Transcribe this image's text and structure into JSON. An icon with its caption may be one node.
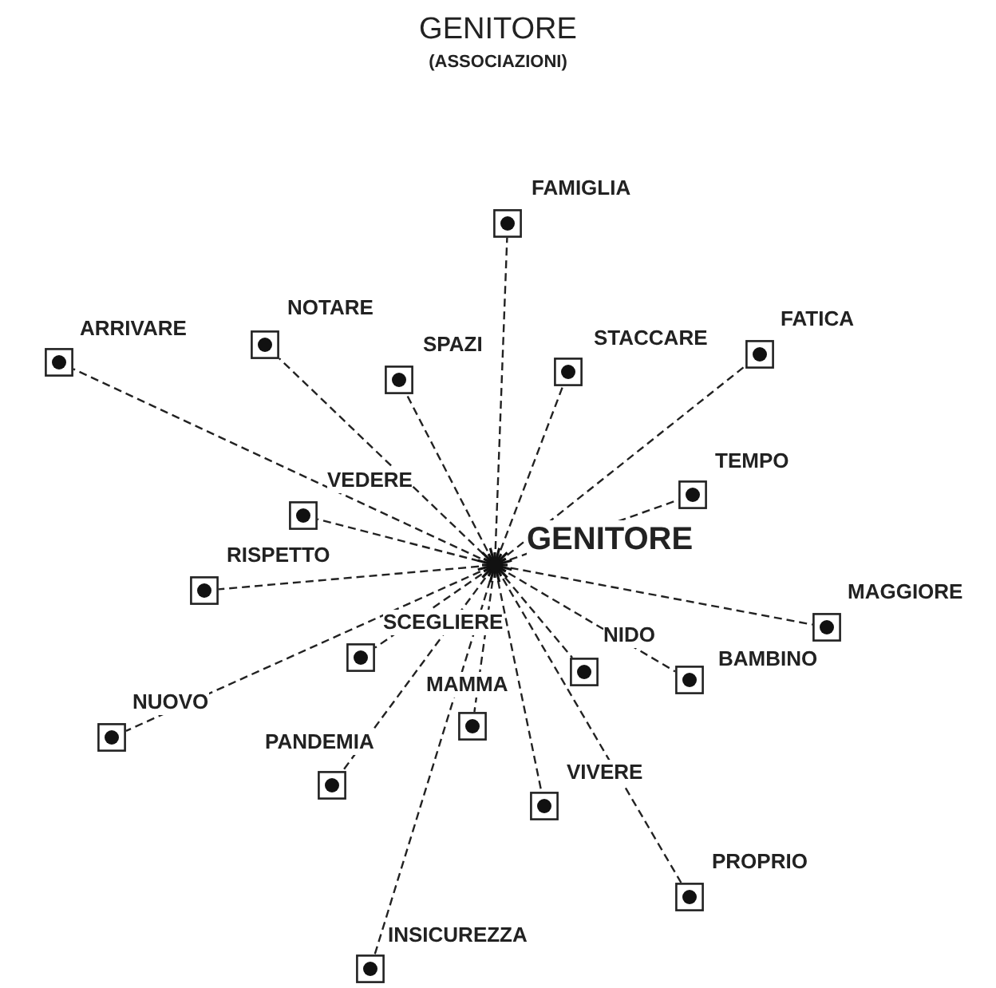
{
  "diagram": {
    "title": "GENITORE",
    "nodes": [
      {
        "text": [],
        "shape": "box",
        "beside": [
          "FAMIGLIA"
        ]
      },
      {
        "text": [],
        "shape": "box",
        "beside": [
          "NOTARE"
        ]
      },
      {
        "text": [],
        "shape": "box",
        "beside": [
          "FATICA"
        ]
      },
      {
        "text": [],
        "shape": "box",
        "beside": [
          "ARRIVARE"
        ]
      },
      {
        "text": [],
        "shape": "box",
        "beside": [
          "STACCARE"
        ]
      },
      {
        "text": [],
        "shape": "box",
        "beside": [
          "SPAZI"
        ]
      },
      {
        "text": [],
        "shape": "box",
        "beside": [
          "TEMPO"
        ]
      },
      {
        "text": [],
        "shape": "box",
        "beside": [
          "VEDERE"
        ]
      },
      {
        "text": [
          "GENITORE"
        ]
      },
      {
        "text": [],
        "shape": "box",
        "beside": [
          "RISPETTO"
        ]
      },
      {
        "text": [],
        "shape": "box",
        "beside": [
          "MAGGIORE"
        ]
      },
      {
        "text": [],
        "shape": "box",
        "beside": [
          "SCEGLIERE"
        ]
      },
      {
        "text": [],
        "shape": "box",
        "beside": [
          "NIDO"
        ]
      },
      {
        "text": [],
        "shape": "box",
        "beside": [
          "BAMBINO"
        ]
      },
      {
        "text": [],
        "shape": "box",
        "beside": [
          "MAMMA"
        ]
      },
      {
        "text": [],
        "shape": "box",
        "beside": [
          "NUOVO"
        ]
      },
      {
        "text": [],
        "shape": "box",
        "beside": [
          "PANDEMIA"
        ]
      },
      {
        "text": [],
        "shape": "box",
        "beside": [
          "VIVERE"
        ]
      },
      {
        "text": [],
        "shape": "box",
        "beside": [
          "PROPRIO"
        ]
      },
      {
        "text": [],
        "shape": "box",
        "beside": [
          "INSICUREZZA"
        ]
      }
    ],
    "edges": [
      {
        "from": 8,
        "to": 0,
        "arrow": "none",
        "style": "dashed"
      },
      {
        "from": 8,
        "to": 1,
        "arrow": "none",
        "style": "dashed"
      },
      {
        "from": 8,
        "to": 2,
        "arrow": "none",
        "style": "dashed"
      },
      {
        "from": 8,
        "to": 3,
        "arrow": "none",
        "style": "dashed"
      },
      {
        "from": 8,
        "to": 4,
        "arrow": "none",
        "style": "dashed"
      },
      {
        "from": 8,
        "to": 5,
        "arrow": "none",
        "style": "dashed"
      },
      {
        "from": 8,
        "to": 6,
        "arrow": "none",
        "style": "dashed"
      },
      {
        "from": 8,
        "to": 7,
        "arrow": "none",
        "style": "dashed"
      },
      {
        "from": 8,
        "to": 9,
        "arrow": "none",
        "style": "dashed"
      },
      {
        "from": 8,
        "to": 10,
        "arrow": "none",
        "style": "dashed"
      },
      {
        "from": 8,
        "to": 11,
        "arrow": "none",
        "style": "dashed"
      },
      {
        "from": 8,
        "to": 12,
        "arrow": "none",
        "style": "dashed"
      },
      {
        "from": 8,
        "to": 13,
        "arrow": "none",
        "style": "dashed"
      },
      {
        "from": 8,
        "to": 14,
        "arrow": "none",
        "style": "dashed"
      },
      {
        "from": 8,
        "to": 15,
        "arrow": "none",
        "style": "dashed"
      },
      {
        "from": 8,
        "to": 16,
        "arrow": "none",
        "style": "dashed"
      },
      {
        "from": 8,
        "to": 17,
        "arrow": "none",
        "style": "dashed"
      },
      {
        "from": 8,
        "to": 18,
        "arrow": "none",
        "style": "dashed"
      },
      {
        "from": 8,
        "to": 19,
        "arrow": "none",
        "style": "dashed"
      }
    ],
    "labels": [
      "(ASSOCIAZIONI)"
    ]
  }
}
